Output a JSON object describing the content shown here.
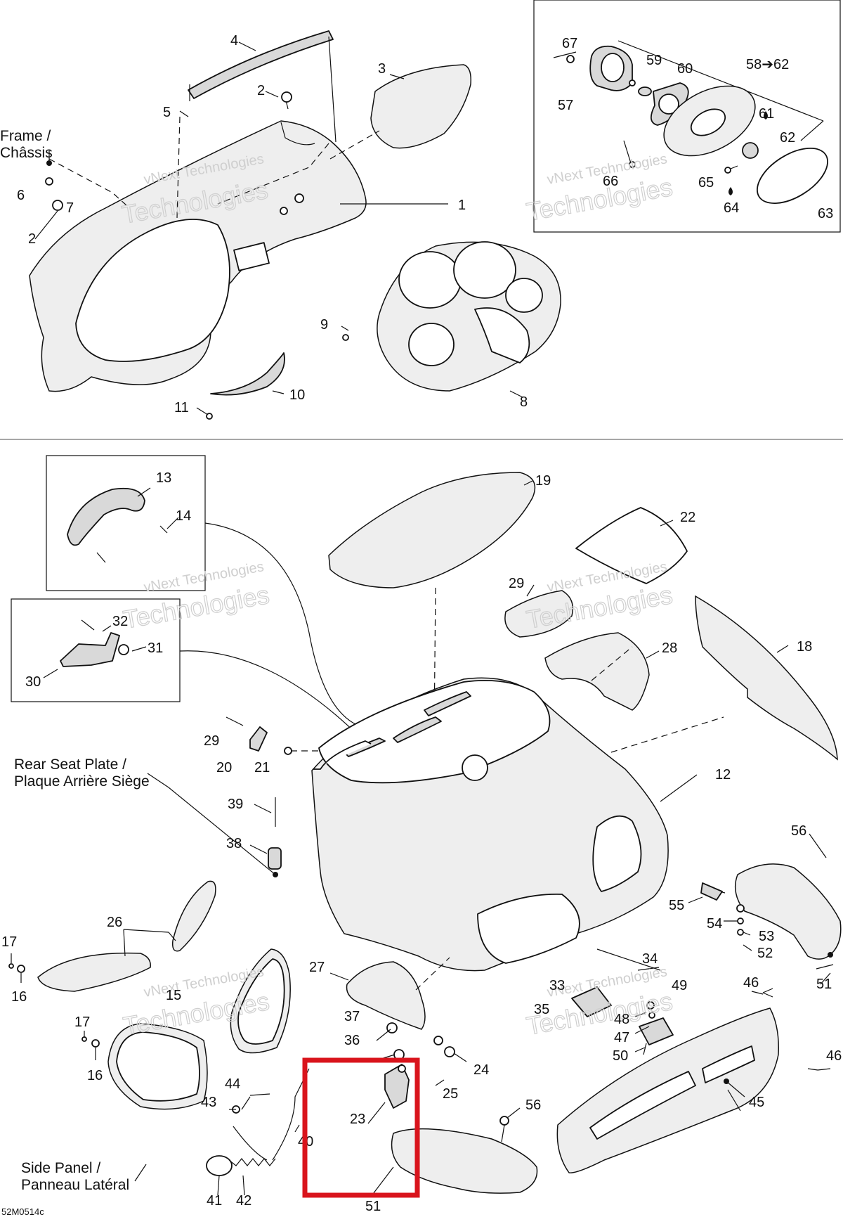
{
  "diagram_code": "52M0514c",
  "labels": {
    "frame_line1": "Frame /",
    "frame_line2": "Châssis",
    "rear_seat_line1": "Rear Seat Plate /",
    "rear_seat_line2": "Plaque Arrière Siège",
    "side_panel_line1": "Side Panel /",
    "side_panel_line2": "Panneau Latéral"
  },
  "watermark": {
    "line1": "vNext Technologies",
    "line2": "Technologies"
  },
  "callouts": {
    "c1": "1",
    "c2a": "2",
    "c2b": "2",
    "c3": "3",
    "c4": "4",
    "c5": "5",
    "c6": "6",
    "c7": "7",
    "c8": "8",
    "c9": "9",
    "c10": "10",
    "c11": "11",
    "c13": "13",
    "c14": "14",
    "c19": "19",
    "c22": "22",
    "c29a": "29",
    "c18": "18",
    "c28": "28",
    "c32": "32",
    "c31": "31",
    "c30": "30",
    "c29b": "29",
    "c20": "20",
    "c21": "21",
    "c12": "12",
    "c39": "39",
    "c38": "38",
    "c56a": "56",
    "c55": "55",
    "c54": "54",
    "c53": "53",
    "c52": "52",
    "c51a": "51",
    "c26": "26",
    "c17a": "17",
    "c16a": "16",
    "c27": "27",
    "c34": "34",
    "c33": "33",
    "c49": "49",
    "c46a": "46",
    "c15": "15",
    "c37": "37",
    "c35": "35",
    "c48": "48",
    "c17b": "17",
    "c36": "36",
    "c47": "47",
    "c24": "24",
    "c46b": "46",
    "c16b": "16",
    "c50": "50",
    "c25": "25",
    "c44": "44",
    "c43": "43",
    "c56b": "56",
    "c45": "45",
    "c23": "23",
    "c40": "40",
    "c41": "41",
    "c42": "42",
    "c51b": "51",
    "c67": "67",
    "c59": "59",
    "c60": "60",
    "c58": "58➔62",
    "c57": "57",
    "c61": "61",
    "c62": "62",
    "c66": "66",
    "c65": "65",
    "c64": "64",
    "c63": "63"
  },
  "highlight_color": "#d9141c"
}
